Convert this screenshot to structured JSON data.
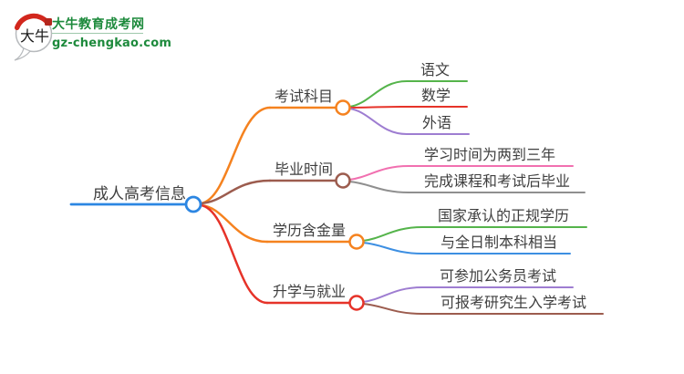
{
  "logo": {
    "bubble_text": "大牛",
    "title": "大牛教育成考网",
    "subtitle": "gz-chengkao.com",
    "brand_green": "#1d8a3c",
    "seal_red": "#c02a1e"
  },
  "mindmap": {
    "root": {
      "label": "成人高考信息",
      "color": "#2c86e2"
    },
    "branches": [
      {
        "label": "考试科目",
        "color": "#f5821f",
        "children": [
          {
            "label": "语文",
            "color": "#55b44b"
          },
          {
            "label": "数学",
            "color": "#e63329"
          },
          {
            "label": "外语",
            "color": "#9e7dd1"
          }
        ]
      },
      {
        "label": "毕业时间",
        "color": "#9c5c4e",
        "children": [
          {
            "label": "学习时间为两到三年",
            "color": "#f170b0"
          },
          {
            "label": "完成课程和考试后毕业",
            "color": "#8f8f8f"
          }
        ]
      },
      {
        "label": "学历含金量",
        "color": "#f5821f",
        "children": [
          {
            "label": "国家承认的正规学历",
            "color": "#55b44b"
          },
          {
            "label": "与全日制本科相当",
            "color": "#3d8fe2"
          }
        ]
      },
      {
        "label": "升学与就业",
        "color": "#e63329",
        "children": [
          {
            "label": "可参加公务员考试",
            "color": "#9e7dd1"
          },
          {
            "label": "可报考研究生入学考试",
            "color": "#9c5c4e"
          }
        ]
      }
    ]
  }
}
